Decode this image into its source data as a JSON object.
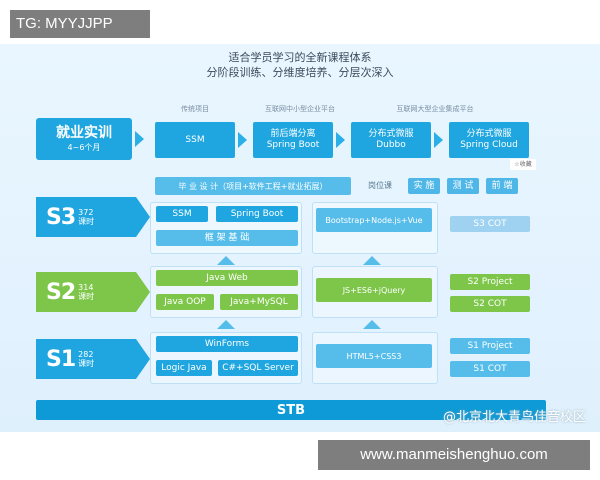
{
  "overlay_tag": "TG: MYYJJPP",
  "overlay_url": "www.manmeishenghuo.com",
  "title_line1": "适合学员学习的全新课程体系",
  "title_line2": "分阶段训练、分维度培养、分层次深入",
  "column_heads": [
    "传统项目",
    "互联网中小型企业平台",
    "互联网大型企业集成平台"
  ],
  "employment": {
    "label": "就业实训",
    "duration": "4~6个月"
  },
  "top_steps": [
    {
      "line1": "SSM",
      "line2": ""
    },
    {
      "line1": "前后端分离",
      "line2": "Spring Boot"
    },
    {
      "line1": "分布式微服",
      "line2": "Dubbo"
    },
    {
      "line1": "分布式微服",
      "line2": "Spring Cloud"
    }
  ],
  "favorite_label": "收藏",
  "graduation": "毕 业 设 计（项目+软件工程+就业拓展）",
  "position_course": {
    "label": "岗位课",
    "items": [
      "实 施",
      "测 试",
      "前 端"
    ]
  },
  "stages": [
    {
      "name": "S3",
      "hours": "372",
      "unit": "课时"
    },
    {
      "name": "S2",
      "hours": "314",
      "unit": "课时"
    },
    {
      "name": "S1",
      "hours": "282",
      "unit": "课时"
    }
  ],
  "s3_core": [
    "SSM",
    "Spring Boot",
    "框 架 基 础"
  ],
  "s2_core": [
    "Java Web",
    "Java OOP",
    "Java+MySQL"
  ],
  "s1_core": [
    "WinForms",
    "Logic Java",
    "C#+SQL Server"
  ],
  "frontend": [
    "Bootstrap+Node.js+Vue",
    "JS+ES6+jQuery",
    "HTML5+CSS3"
  ],
  "right_col": [
    "S3 COT",
    "S2 Project",
    "S2 COT",
    "S1 Project",
    "S1 COT"
  ],
  "base": "STB",
  "watermark": "@北京北大青鸟佳音校区",
  "colors": {
    "primary_blue": "#1fa6e0",
    "green": "#7ec64a",
    "background": "#e9f6ff"
  }
}
